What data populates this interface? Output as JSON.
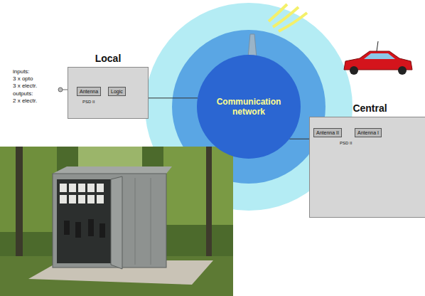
{
  "diagram": {
    "nodes": [
      {
        "text": [
          "Communication network"
        ]
      },
      {
        "text": [
          "Local"
        ]
      },
      {
        "text": [
          "Antenna"
        ],
        "in": 1
      },
      {
        "text": [
          "Logic"
        ],
        "in": 1
      },
      {
        "text": [
          "Central"
        ]
      },
      {
        "text": [
          "Antenna II"
        ],
        "in": 4
      },
      {
        "text": [
          "Antenna I"
        ],
        "in": 4
      }
    ],
    "edges": [
      {
        "from": 1,
        "to": 0,
        "arrow": "none"
      },
      {
        "from": 2,
        "to": 3,
        "arrow": "none"
      },
      {
        "from": 4,
        "to": 0,
        "arrow": "none"
      },
      {
        "from": 5,
        "to": 6,
        "arrow": "none"
      }
    ],
    "labels": [
      "inputs:",
      "3 x opto",
      "3 x electr.",
      "outputs:",
      "2 x electr.",
      "PSD II",
      "PSD II"
    ]
  }
}
